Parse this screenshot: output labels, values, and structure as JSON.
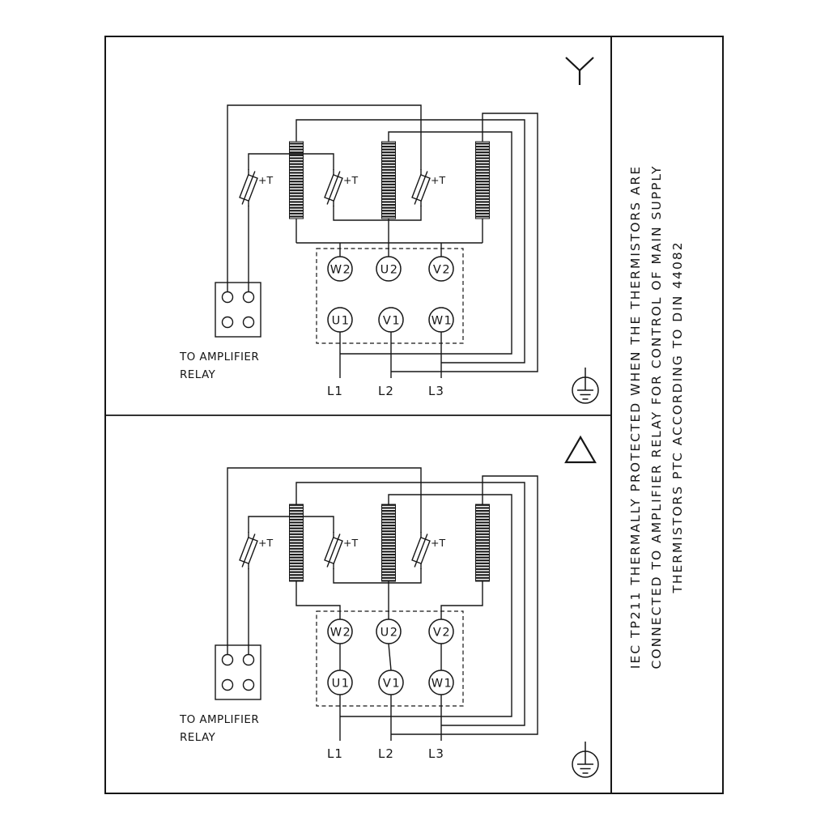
{
  "side_note": {
    "line1": "IEC TP211 THERMALLY PROTECTED WHEN THE THERMISTORS ARE",
    "line2": "CONNECTED TO AMPLIFIER RELAY FOR CONTROL OF MAIN SUPPLY",
    "line3": "THERMISTORS PTC ACCORDING TO DIN 44082"
  },
  "icons": {
    "star": "star-connection-symbol",
    "delta": "delta-connection-symbol",
    "ground": "earth-ground-symbol",
    "thermistor": "ptc-thermistor-symbol",
    "winding": "motor-winding-coil"
  },
  "colors": {
    "ink": "#161616",
    "background": "#ffffff"
  },
  "star_panel": {
    "terminals_top": [
      "W2",
      "U2",
      "V2"
    ],
    "terminals_bottom": [
      "U1",
      "V1",
      "W1"
    ],
    "supply": [
      "L1",
      "L2",
      "L3"
    ],
    "thermistor_label": "+T",
    "relay_caption_line1": "TO AMPLIFIER",
    "relay_caption_line2": "RELAY"
  },
  "delta_panel": {
    "terminals_top": [
      "W2",
      "U2",
      "V2"
    ],
    "terminals_bottom": [
      "U1",
      "V1",
      "W1"
    ],
    "supply": [
      "L1",
      "L2",
      "L3"
    ],
    "thermistor_label": "+T",
    "relay_caption_line1": "TO AMPLIFIER",
    "relay_caption_line2": "RELAY"
  }
}
